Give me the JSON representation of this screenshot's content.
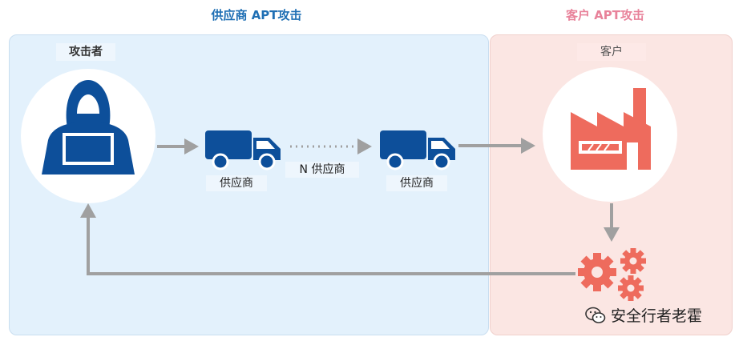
{
  "titles": {
    "supplier_attack": "供应商 APT攻击",
    "customer_attack": "客户 APT攻击"
  },
  "nodes": {
    "attacker": "攻击者",
    "supplier_1": "供应商",
    "supplier_n": "N 供应商",
    "supplier_2": "供应商",
    "customer": "客户"
  },
  "watermark": "安全行者老霍",
  "colors": {
    "supplier_blue": "#1f6fb4",
    "icon_blue": "#0d4f9a",
    "customer_pink": "#e8829a",
    "factory_red": "#ee6b5d",
    "arrow_gray": "#a0a0a0"
  }
}
